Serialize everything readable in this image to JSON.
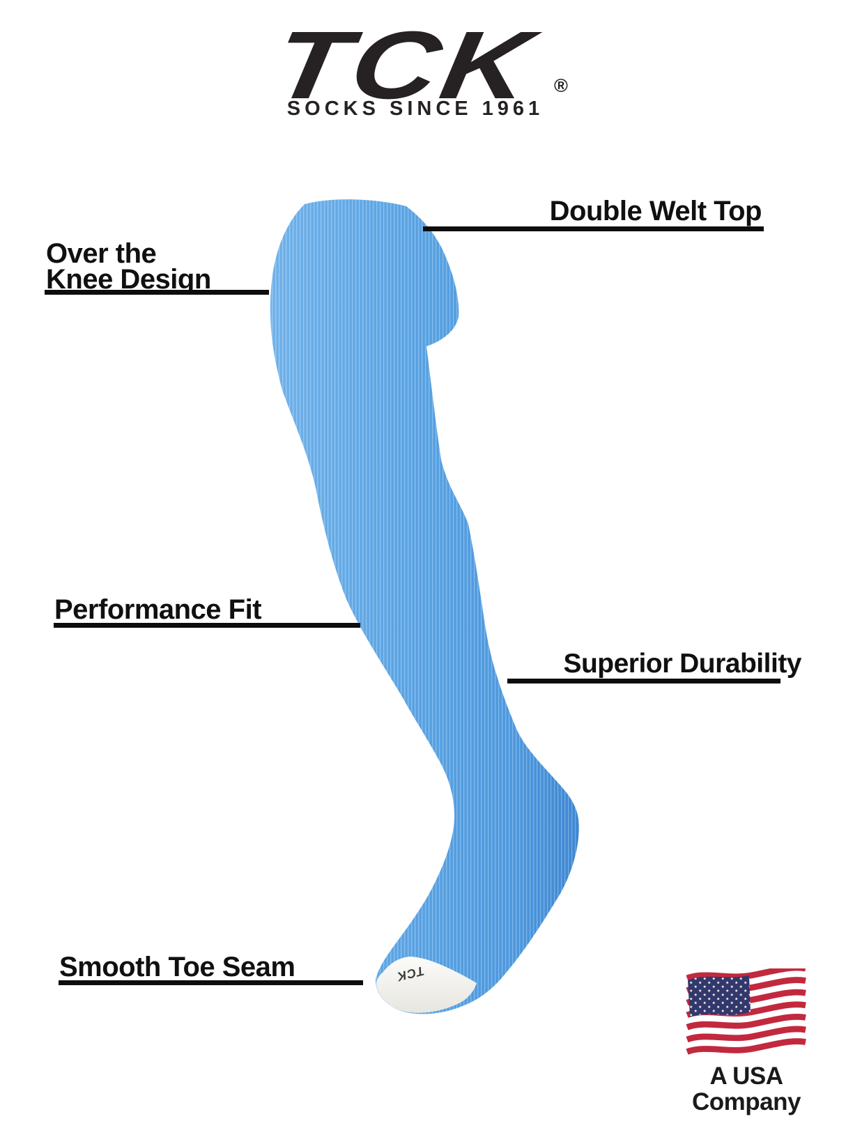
{
  "logo": {
    "brand": "TCK",
    "registered": "®",
    "tagline": "SOCKS SINCE 1961"
  },
  "callouts": {
    "double_welt_top": "Double Welt Top",
    "over_knee_line1": "Over the",
    "over_knee_line2": "Knee Design",
    "performance_fit": "Performance Fit",
    "superior_durability": "Superior Durability",
    "smooth_toe_seam": "Smooth Toe Seam"
  },
  "sock": {
    "toe_brand": "TCK",
    "body_color": "#5ea7e6",
    "toe_color": "#f3f2ee"
  },
  "usa": {
    "line1": "A USA",
    "line2": "Company",
    "flag_red": "#c2293e",
    "flag_blue": "#32386b"
  }
}
